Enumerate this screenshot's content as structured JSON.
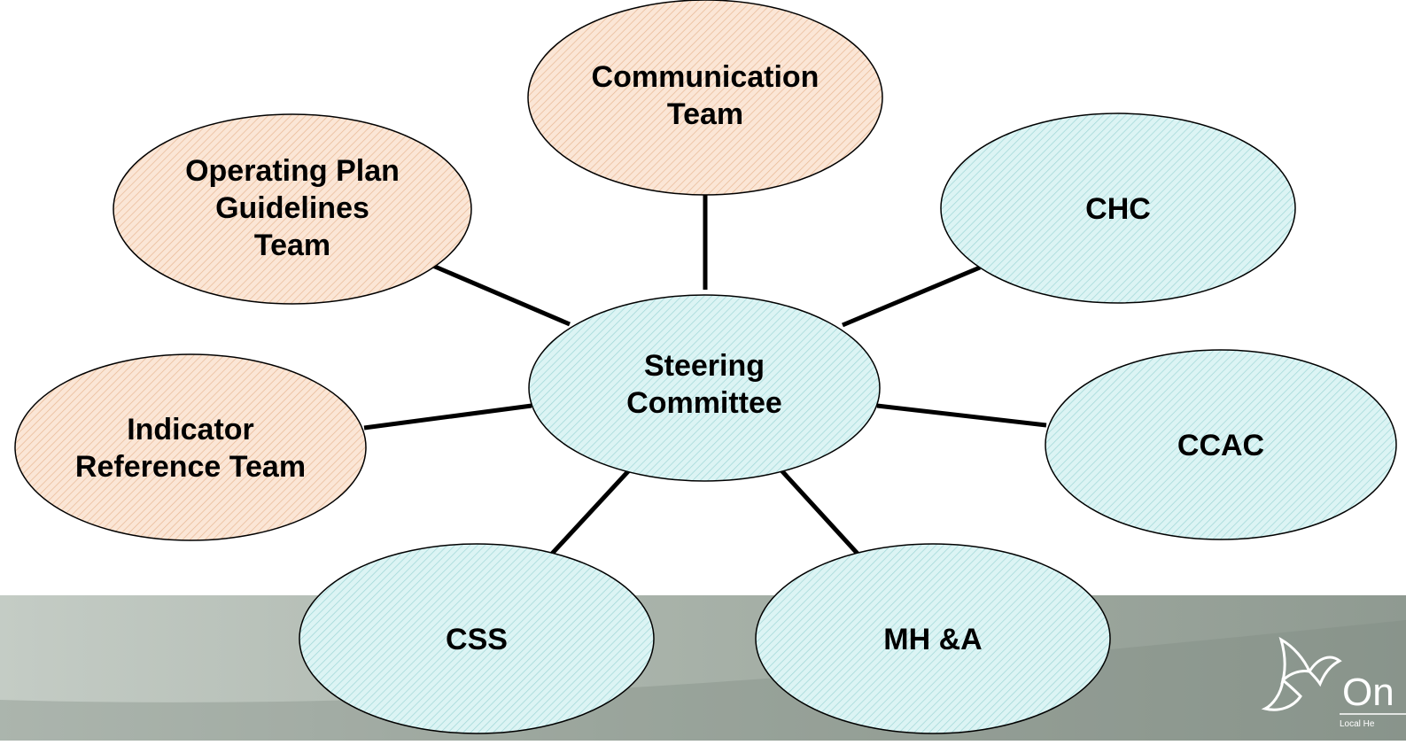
{
  "diagram": {
    "center": {
      "id": "steering-committee",
      "lines": [
        "Steering",
        "Committee"
      ],
      "kind": "blue"
    },
    "nodes": [
      {
        "id": "communication-team",
        "lines": [
          "Communication",
          "Team"
        ],
        "kind": "orange"
      },
      {
        "id": "operating-plan-guidelines-team",
        "lines": [
          "Operating Plan",
          "Guidelines",
          "Team"
        ],
        "kind": "orange"
      },
      {
        "id": "indicator-reference-team",
        "lines": [
          "Indicator",
          "Reference Team"
        ],
        "kind": "orange"
      },
      {
        "id": "chc",
        "lines": [
          "CHC"
        ],
        "kind": "blue"
      },
      {
        "id": "ccac",
        "lines": [
          "CCAC"
        ],
        "kind": "blue"
      },
      {
        "id": "css",
        "lines": [
          "CSS"
        ],
        "kind": "blue"
      },
      {
        "id": "mh-a",
        "lines": [
          "MH &A"
        ],
        "kind": "blue"
      }
    ],
    "colors": {
      "orange_fill": "#fbe6d6",
      "orange_hatch": "#e8b894",
      "blue_fill": "#dcf4f4",
      "blue_hatch": "#9fd6d6",
      "footer_band": "#9aa59c",
      "footer_light": "#c4ccc5"
    }
  },
  "footer": {
    "logo_icon": "trillium-icon",
    "logo_text": "On",
    "logo_subtext": "Local He"
  }
}
